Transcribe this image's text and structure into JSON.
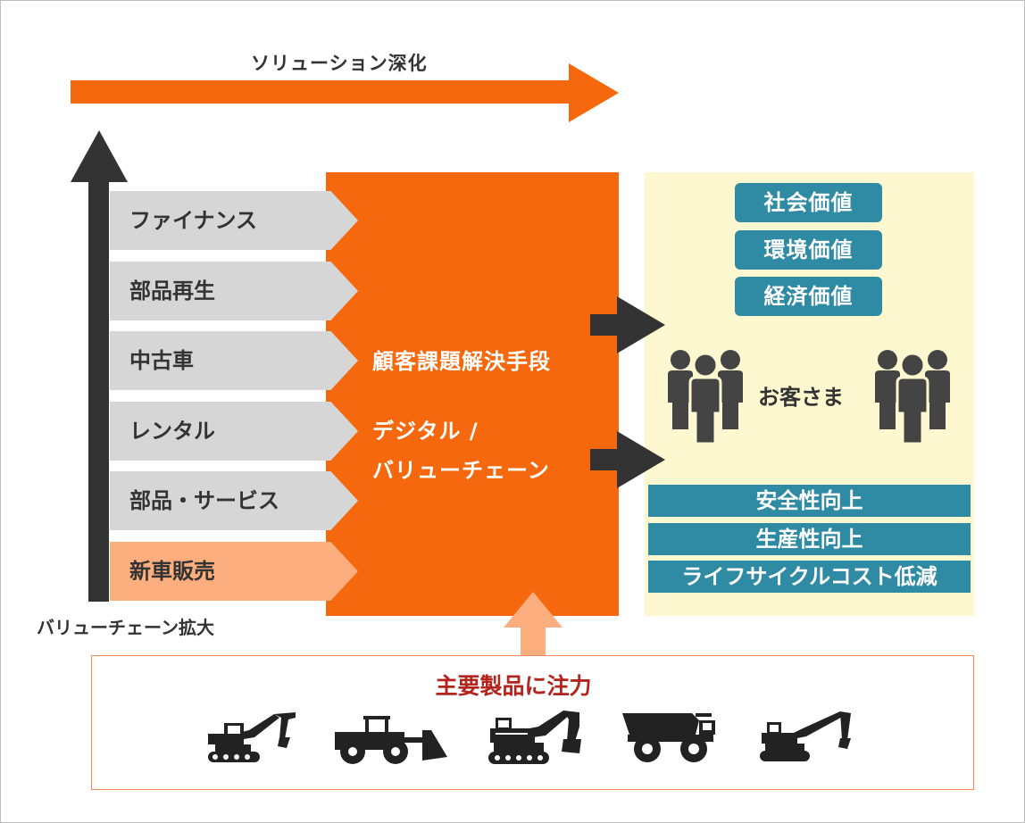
{
  "solution_arrow": {
    "label": "ソリューション深化"
  },
  "value_chain_arrow": {
    "label": "バリューチェーン拡大"
  },
  "chain_steps": [
    {
      "label": "ファイナンス"
    },
    {
      "label": "部品再生"
    },
    {
      "label": "中古車"
    },
    {
      "label": "レンタル"
    },
    {
      "label": "部品・サービス"
    },
    {
      "label": "新車販売"
    }
  ],
  "center_panel": {
    "line1": "顧客課題解決手段",
    "line2": "デジタル /",
    "line3": "バリューチェーン"
  },
  "values": [
    {
      "label": "社会価値"
    },
    {
      "label": "環境価値"
    },
    {
      "label": "経済価値"
    }
  ],
  "customer": {
    "label": "お客さま"
  },
  "benefits": [
    {
      "label": "安全性向上"
    },
    {
      "label": "生産性向上"
    },
    {
      "label": "ライフサイクルコスト低減"
    }
  ],
  "products": {
    "title": "主要製品に注力",
    "items": [
      {
        "icon": "excavator-icon"
      },
      {
        "icon": "wheel-loader-icon"
      },
      {
        "icon": "large-excavator-icon"
      },
      {
        "icon": "dump-truck-icon"
      },
      {
        "icon": "long-reach-excavator-icon"
      }
    ]
  },
  "colors": {
    "orange": "#f6680e",
    "light_orange": "#fdae7e",
    "gray": "#d6d6d6",
    "dark": "#333333",
    "teal": "#2f8aa3",
    "cream": "#fdf8cf",
    "red_text": "#b3241c"
  }
}
